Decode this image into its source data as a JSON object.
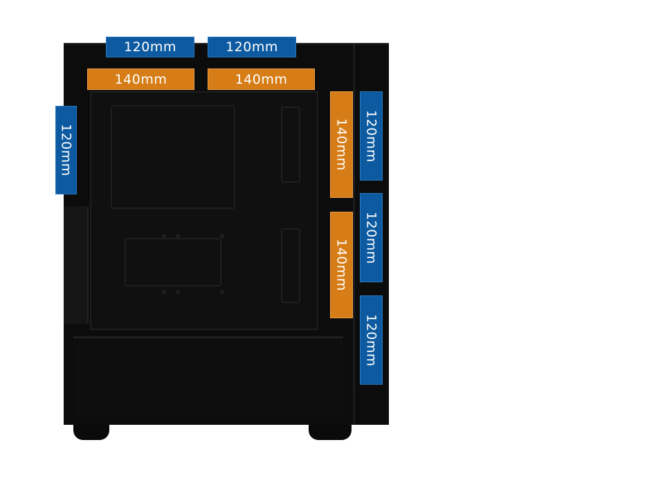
{
  "diagram": {
    "colors": {
      "blue": "#0d5aa0",
      "orange": "#d67d17",
      "case": "#0c0c0c"
    },
    "top_120_labels": [
      "120mm",
      "120mm"
    ],
    "top_140_labels": [
      "140mm",
      "140mm"
    ],
    "rear_label": "120mm",
    "front_140_labels": [
      "140mm",
      "140mm"
    ],
    "front_120_labels": [
      "120mm",
      "120mm",
      "120mm"
    ]
  }
}
